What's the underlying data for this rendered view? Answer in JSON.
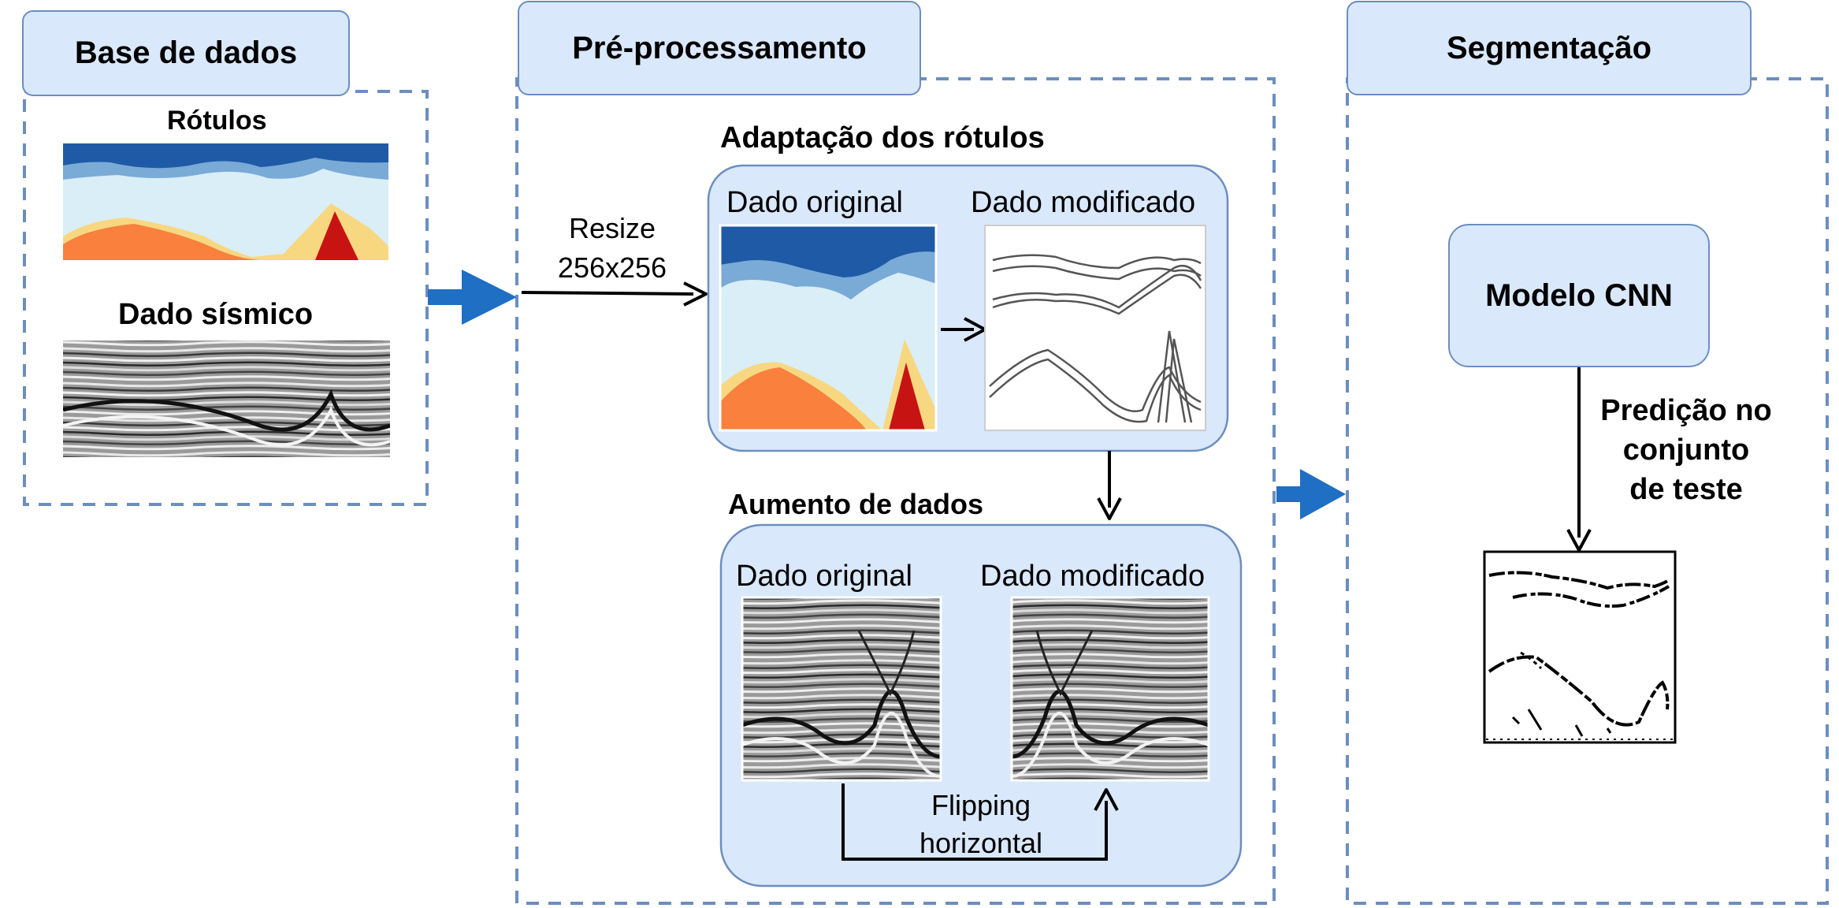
{
  "sections": {
    "database": {
      "title": "Base de dados",
      "labels_caption": "Rótulos",
      "seismic_caption": "Dado sísmico"
    },
    "preprocessing": {
      "title": "Pré-processamento",
      "resize_line1": "Resize",
      "resize_line2": "256x256",
      "label_adaptation": {
        "title": "Adaptação dos rótulos",
        "original": "Dado original",
        "modified": "Dado modificado"
      },
      "augmentation": {
        "title": "Aumento de dados",
        "original": "Dado original",
        "modified": "Dado modificado",
        "flip_line1": "Flipping",
        "flip_line2": "horizontal"
      }
    },
    "segmentation": {
      "title": "Segmentação",
      "model": "Modelo CNN",
      "prediction_line1": "Predição no",
      "prediction_line2": "conjunto",
      "prediction_line3": "de teste"
    }
  },
  "colors": {
    "box_fill": "#dae8fc",
    "box_stroke": "#6c8ebf",
    "dashed_border": "#6c8ebf",
    "big_arrow": "#1f6fc4",
    "label_dark_blue": "#1f5aa6",
    "label_mid_blue": "#7aaad6",
    "label_light_blue": "#d9eef7",
    "label_yellow": "#f8d781",
    "label_orange": "#f9803d",
    "label_red": "#c71413"
  }
}
